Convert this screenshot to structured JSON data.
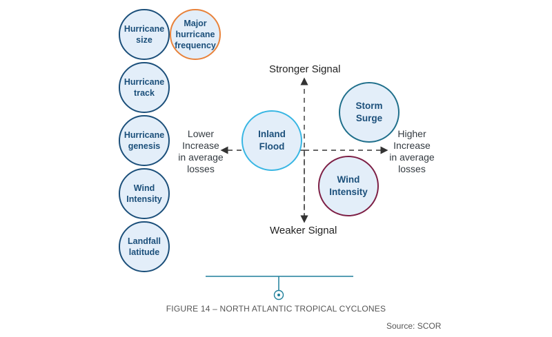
{
  "side_factors": [
    {
      "label": "Hurricane\nsize"
    },
    {
      "label": "Hurricane\ntrack"
    },
    {
      "label": "Hurricane\ngenesis"
    },
    {
      "label": "Wind\nIntensity"
    },
    {
      "label": "Landfall\nlatitude"
    }
  ],
  "extra_factor": {
    "label": "Major\nhurricane\nfrequency",
    "border_color": "#e8823a"
  },
  "axes": {
    "top": "Stronger Signal",
    "bottom": "Weaker Signal",
    "left": "Lower\nIncrease\nin average\nlosses",
    "right": "Higher\nIncrease\nin average\nlosses"
  },
  "perils": {
    "inland_flood": {
      "label": "Inland\nFlood",
      "border_color": "#38b6e3"
    },
    "storm_surge": {
      "label": "Storm\nSurge",
      "border_color": "#1f6f8b"
    },
    "wind_intensity": {
      "label": "Wind\nIntensity",
      "border_color": "#7d1f45"
    }
  },
  "caption": "FIGURE 14 – NORTH ATLANTIC TROPICAL CYCLONES",
  "source": "Source: SCOR",
  "colors": {
    "primary": "#1b4f7a",
    "divider": "#1e7f9a"
  }
}
